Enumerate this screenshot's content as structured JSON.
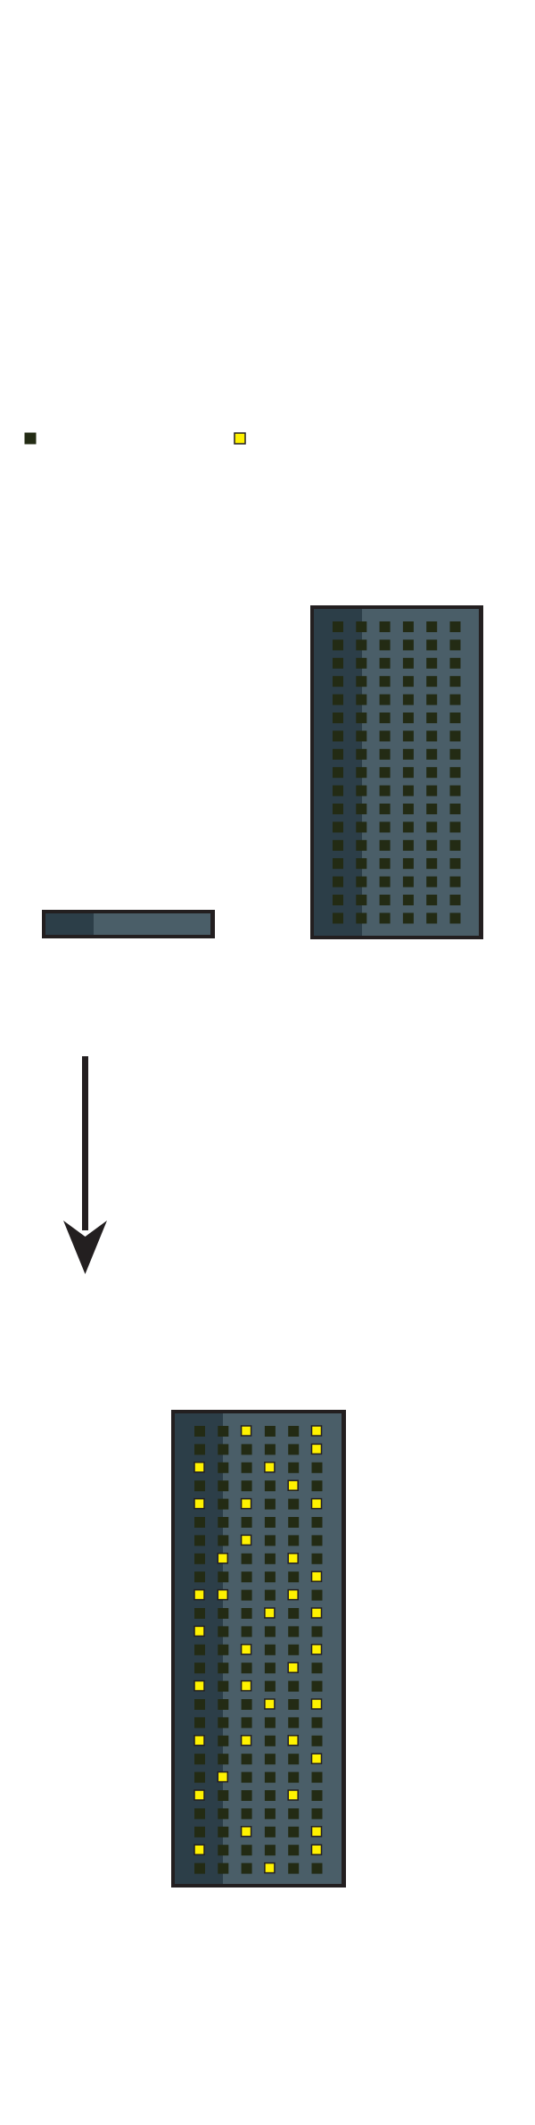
{
  "colors": {
    "background": "#ffffff",
    "outline": "#231f20",
    "building_dark_side": "#2c3e48",
    "building_light_side": "#4a5e68",
    "window_off": "#232b14",
    "window_on": "#fff200",
    "arrow": "#231f20"
  },
  "legend": {
    "off_icon": "window-off-square",
    "on_icon": "window-on-square"
  },
  "building_flat": {
    "icon": "flat-building-block"
  },
  "building_dark": {
    "icon": "building-all-windows-off",
    "columns": 6,
    "rows": 17,
    "lit_fraction": 0
  },
  "transition_arrow": {
    "icon": "down-arrow"
  },
  "building_lit": {
    "icon": "building-some-windows-lit",
    "columns": 6,
    "rows": 25,
    "lit": [
      [
        2,
        5
      ],
      [
        5
      ],
      [
        0,
        3
      ],
      [
        4
      ],
      [
        0,
        2,
        5
      ],
      [],
      [
        2
      ],
      [
        1,
        4
      ],
      [
        5
      ],
      [
        0,
        1,
        4
      ],
      [
        3,
        5
      ],
      [
        0
      ],
      [
        2,
        5
      ],
      [
        4
      ],
      [
        0,
        2
      ],
      [
        3,
        5
      ],
      [],
      [
        0,
        2,
        4
      ],
      [
        5
      ],
      [
        1
      ],
      [
        0,
        4
      ],
      [],
      [
        2,
        5
      ],
      [
        0,
        5
      ],
      [
        3
      ]
    ]
  }
}
